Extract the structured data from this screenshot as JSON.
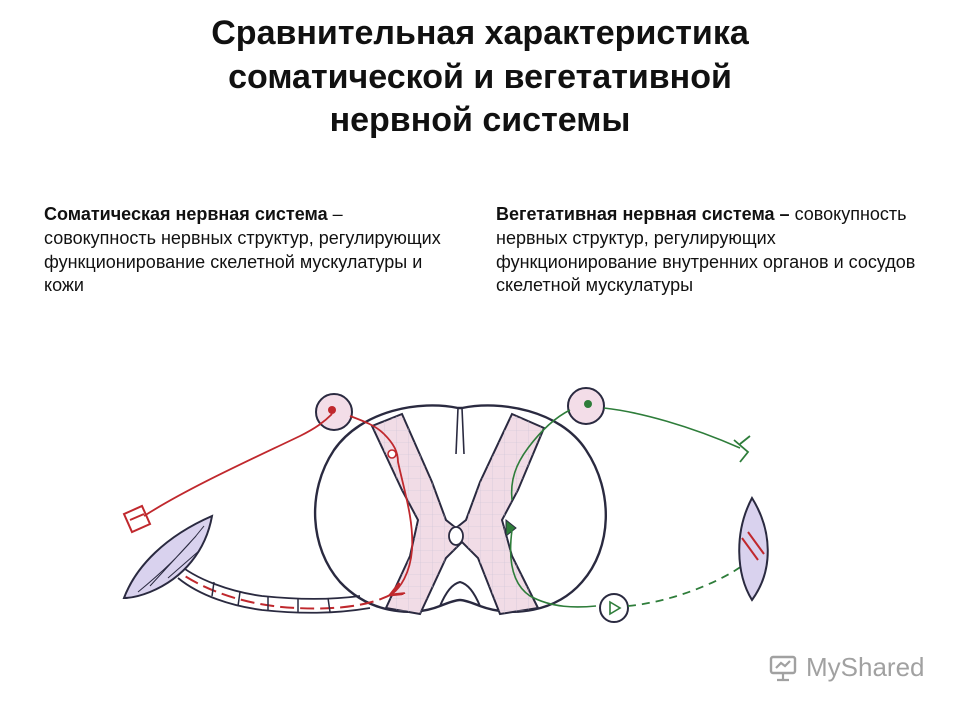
{
  "title": {
    "line1": "Сравнительная характеристика",
    "line2": "соматической и вегетативной",
    "line3": "нервной системы"
  },
  "somatic": {
    "heading": "Соматическая нервная система",
    "text": "– совокупность нервных структур, регулирующих функционирование скелетной мускулатуры и кожи"
  },
  "autonomic": {
    "heading": "Вегетативная нервная система –",
    "text": "совокупность нервных структур, регулирующих функционирование внутренних органов и сосудов скелетной мускулатуры"
  },
  "diagram": {
    "colors": {
      "somatic_pathway": "#c0282d",
      "autonomic_pathway": "#2e7d3a",
      "gray_matter": "#f1dce6",
      "ganglion_fill": "#f3dde8",
      "muscle_fill": "#d9d2ee",
      "outline": "#2a2a40"
    }
  },
  "watermark": {
    "text": "MyShared",
    "icon": "presentation-board-icon"
  }
}
